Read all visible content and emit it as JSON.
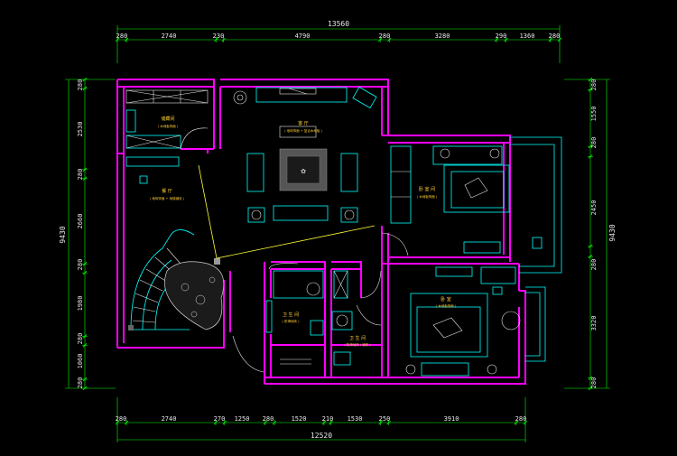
{
  "dimensions": {
    "top_total": "13560",
    "top_segments": [
      "280",
      "2740",
      "230",
      "4790",
      "280",
      "3280",
      "290",
      "1360",
      "280"
    ],
    "bottom_total": "12520",
    "bottom_segments": [
      "280",
      "2740",
      "270",
      "1250",
      "280",
      "1520",
      "210",
      "1530",
      "250",
      "3910",
      "280"
    ],
    "left_total": "9430",
    "left_segments": [
      "280",
      "2530",
      "280",
      "2660",
      "280",
      "1980",
      "280",
      "1060",
      "280"
    ],
    "right_total": "9430",
    "right_segments": [
      "280",
      "1550",
      "280",
      "2450",
      "280",
      "3320",
      "280"
    ]
  },
  "rooms": {
    "storage": {
      "name": "储藏间",
      "sub": "( 木地板饰面 )"
    },
    "living": {
      "name": "客 厅",
      "sub": "( 地砖饰面 + 复合木地板 )"
    },
    "dining": {
      "name": "餐 厅",
      "sub": "( 地砖饰面 + 地毯铺设 )"
    },
    "bedroom_a": {
      "name": "卧 室 间",
      "sub": "( 木地板饰面 )"
    },
    "bedroom_b": {
      "name": "卧 室",
      "sub": "( 木地板饰面 )"
    },
    "bath_a": {
      "name": "卫 生 间",
      "sub": "( 防滑地砖 )"
    },
    "bath_b": {
      "name": "卫 生 间",
      "sub": "( 防滑地砖 / 墙砖 )"
    }
  },
  "colors": {
    "background": "#000000",
    "dimension": "#00ff00",
    "wall": "#ff00ff",
    "furniture": "#00ffff",
    "label": "#ffcc33",
    "annotation": "#ffff33"
  }
}
